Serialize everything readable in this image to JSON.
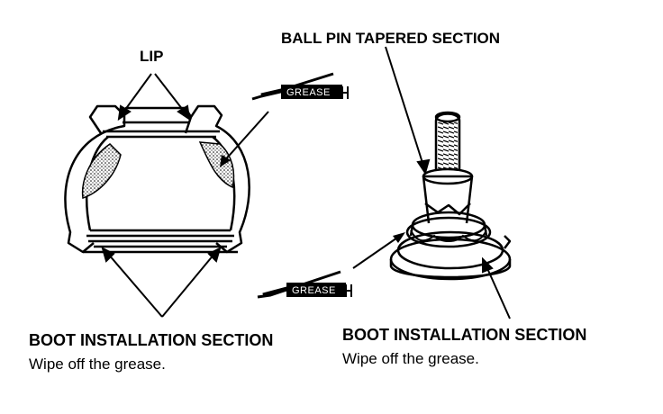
{
  "labels": {
    "lip": "LIP",
    "ball_pin_tapered_section": "BALL PIN TAPERED SECTION",
    "boot_installation_left_title": "BOOT INSTALLATION SECTION",
    "boot_installation_left_note": "Wipe off the grease.",
    "boot_installation_right_title": "BOOT INSTALLATION SECTION",
    "boot_installation_right_note": "Wipe off the grease."
  },
  "grease_tags": {
    "upper": "GREASE",
    "lower": "GREASE"
  },
  "colors": {
    "ink": "#000000",
    "paper": "#ffffff"
  }
}
